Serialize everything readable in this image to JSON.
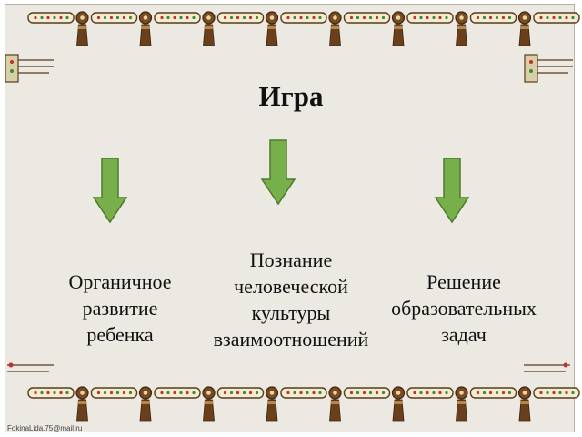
{
  "slide": {
    "title": "Игра",
    "branches": [
      {
        "lines": [
          "Органичное",
          "развитие",
          "ребенка"
        ]
      },
      {
        "lines": [
          "Познание",
          "человеческой",
          "культуры",
          "взаимоотношений"
        ]
      },
      {
        "lines": [
          "Решение",
          "образовательных",
          "задач"
        ]
      }
    ],
    "arrow_color": "#77b04a",
    "credit": "FokinaLida.75@mail.ru"
  }
}
